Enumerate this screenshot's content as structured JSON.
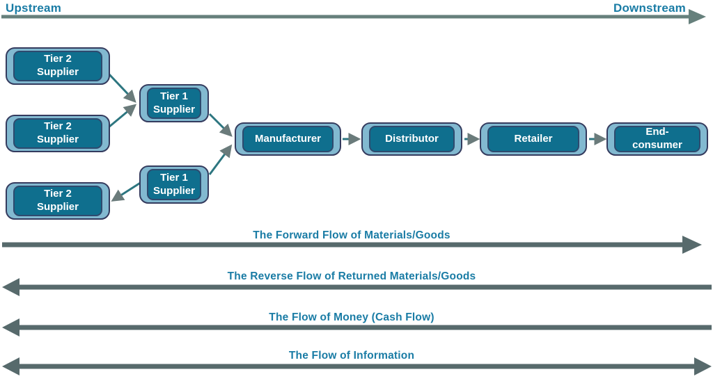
{
  "header": {
    "upstream_label": "Upstream",
    "downstream_label": "Downstream"
  },
  "nodes": [
    {
      "id": "tier2-supplier-1",
      "label": "Tier 2\nSupplier"
    },
    {
      "id": "tier2-supplier-2",
      "label": "Tier 2\nSupplier"
    },
    {
      "id": "tier2-supplier-3",
      "label": "Tier 2\nSupplier"
    },
    {
      "id": "tier1-supplier-1",
      "label": "Tier 1\nSupplier"
    },
    {
      "id": "tier1-supplier-2",
      "label": "Tier 1\nSupplier"
    },
    {
      "id": "manufacturer",
      "label": "Manufacturer"
    },
    {
      "id": "distributor",
      "label": "Distributor"
    },
    {
      "id": "retailer",
      "label": "Retailer"
    },
    {
      "id": "end-consumer",
      "label": "End-\nconsumer"
    }
  ],
  "flows": [
    {
      "label": "The Forward Flow of Materials/Goods",
      "direction": "right"
    },
    {
      "label": "The Reverse Flow of Returned Materials/Goods",
      "direction": "left"
    },
    {
      "label": "The Flow of Money (Cash Flow)",
      "direction": "left"
    },
    {
      "label": "The Flow of Information",
      "direction": "both"
    }
  ],
  "colors": {
    "label_teal": "#1A7CA5",
    "box_fill": "#0F6F8E",
    "box_bezel": "#82B9D0",
    "box_outline": "#343B5E",
    "box_text": "#FFFFFF",
    "connector_line": "#2D7680",
    "connector_head": "#6A7B7B",
    "top_arrow": "#66807C",
    "flow_arrow": "#576A6C"
  }
}
